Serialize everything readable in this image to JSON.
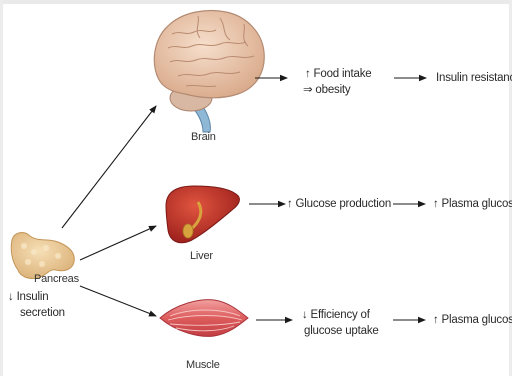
{
  "organs": {
    "brain": {
      "label": "Brain"
    },
    "liver": {
      "label": "Liver"
    },
    "muscle": {
      "label": "Muscle"
    },
    "pancreas": {
      "label": "Pancreas"
    }
  },
  "pancreas_effect": {
    "arrow": "↓",
    "line1": "Insulin",
    "line2": "secretion"
  },
  "brain_path": {
    "effect_line1": "↑ Food intake",
    "effect_line2": "⇒ obesity",
    "outcome": "Insulin resistance"
  },
  "liver_path": {
    "effect": "↑ Glucose production",
    "outcome": "↑ Plasma glucose"
  },
  "muscle_path": {
    "effect_line1": "↓ Efficiency of",
    "effect_line2": "glucose uptake",
    "outcome": "↑ Plasma glucose"
  },
  "colors": {
    "brain": "#e9c7ad",
    "brainstem": "#8fb7d6",
    "liver": "#b8302b",
    "gallbladder": "#d8a23c",
    "muscle": "#e26b6b",
    "pancreas": "#e9c795",
    "arrow": "#1a1a1a"
  }
}
